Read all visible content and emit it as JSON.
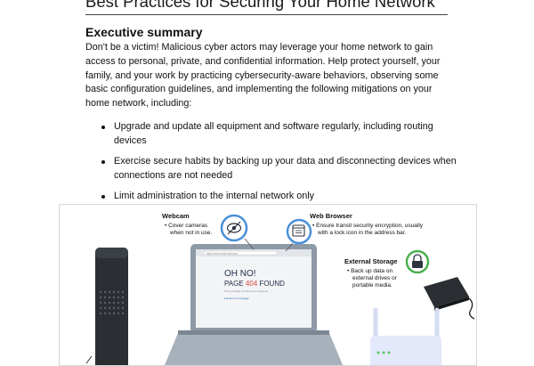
{
  "document": {
    "title": "Best Practices for Securing Your Home Network",
    "section_heading": "Executive summary",
    "summary_text": "Don't be a victim! Malicious cyber actors may leverage your home network to gain access to personal, private, and confidential information. Help protect yourself, your family, and your work by practicing cybersecurity-aware behaviors, observing some basic configuration guidelines, and implementing the following mitigations on your home network, including:",
    "bullets": [
      "Upgrade and update all equipment and software regularly, including routing devices",
      "Exercise secure habits by backing up your data and disconnecting devices when connections are not needed",
      "Limit administration to the internal network only"
    ]
  },
  "illustration": {
    "webcam": {
      "title": "Webcam",
      "lines": [
        "• Cover cameras",
        "when not in use."
      ]
    },
    "browser": {
      "title": "Web Browser",
      "lines": [
        "• Ensure transit security encryption, usually",
        "with a lock icon in the address bar."
      ]
    },
    "storage": {
      "title": "External Storage",
      "lines": [
        "• Back up data on",
        "external drives or",
        "portable media."
      ]
    },
    "screen": {
      "url": "https://secureddomain.gov",
      "oh_no": "OH NO!",
      "page_prefix": "PAGE ",
      "code": "404",
      "found": " FOUND",
      "note": "This is probably not what you're looking for.",
      "link": "▸ Return to homepage"
    },
    "colors": {
      "accent_blue": "#1a6fbf",
      "icon_ring": "#4a90d9",
      "laptop": "#8e9aa6",
      "speaker": "#2b2f33"
    }
  }
}
